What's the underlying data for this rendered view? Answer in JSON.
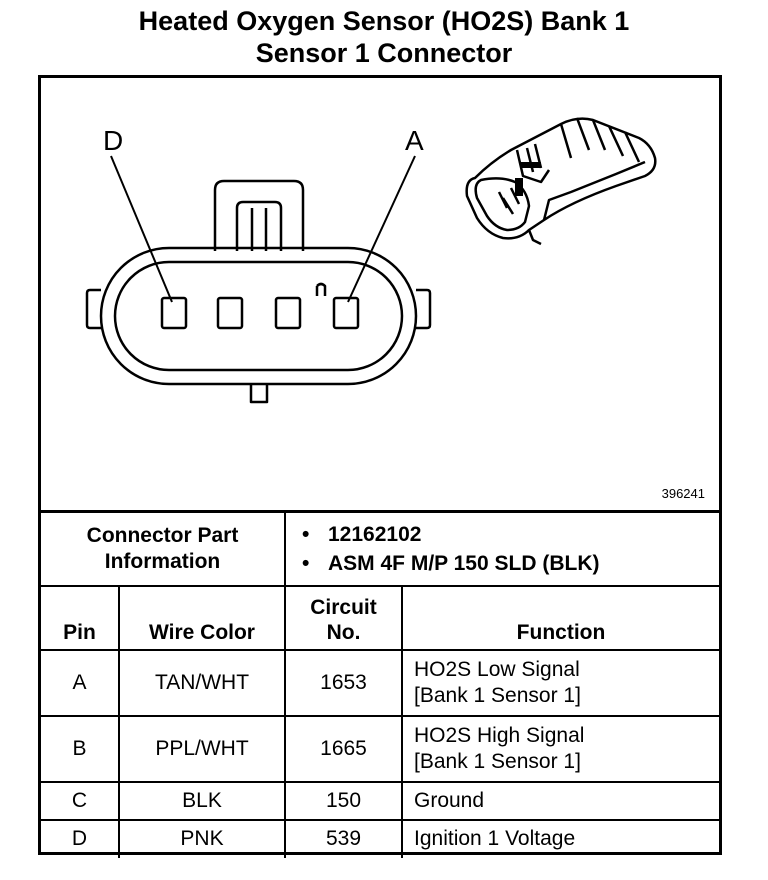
{
  "title": {
    "line1": "Heated Oxygen Sensor (HO2S) Bank 1",
    "line2": "Sensor 1 Connector"
  },
  "diagram": {
    "pin_labels": {
      "left": "D",
      "right": "A"
    },
    "figure_id": "396241"
  },
  "part_info": {
    "label_line1": "Connector Part",
    "label_line2": "Information",
    "items": [
      "12162102",
      "ASM 4F M/P 150 SLD (BLK)"
    ]
  },
  "table": {
    "headers": {
      "pin": "Pin",
      "wire_color": "Wire Color",
      "circuit_line1": "Circuit",
      "circuit_line2": "No.",
      "function": "Function"
    },
    "rows": [
      {
        "pin": "A",
        "wire_color": "TAN/WHT",
        "circuit": "1653",
        "function_line1": "HO2S Low Signal",
        "function_line2": "[Bank 1 Sensor 1]"
      },
      {
        "pin": "B",
        "wire_color": "PPL/WHT",
        "circuit": "1665",
        "function_line1": "HO2S High Signal",
        "function_line2": "[Bank 1 Sensor 1]"
      },
      {
        "pin": "C",
        "wire_color": "BLK",
        "circuit": "150",
        "function_line1": "Ground"
      },
      {
        "pin": "D",
        "wire_color": "PNK",
        "circuit": "539",
        "function_line1": "Ignition 1 Voltage"
      }
    ]
  }
}
